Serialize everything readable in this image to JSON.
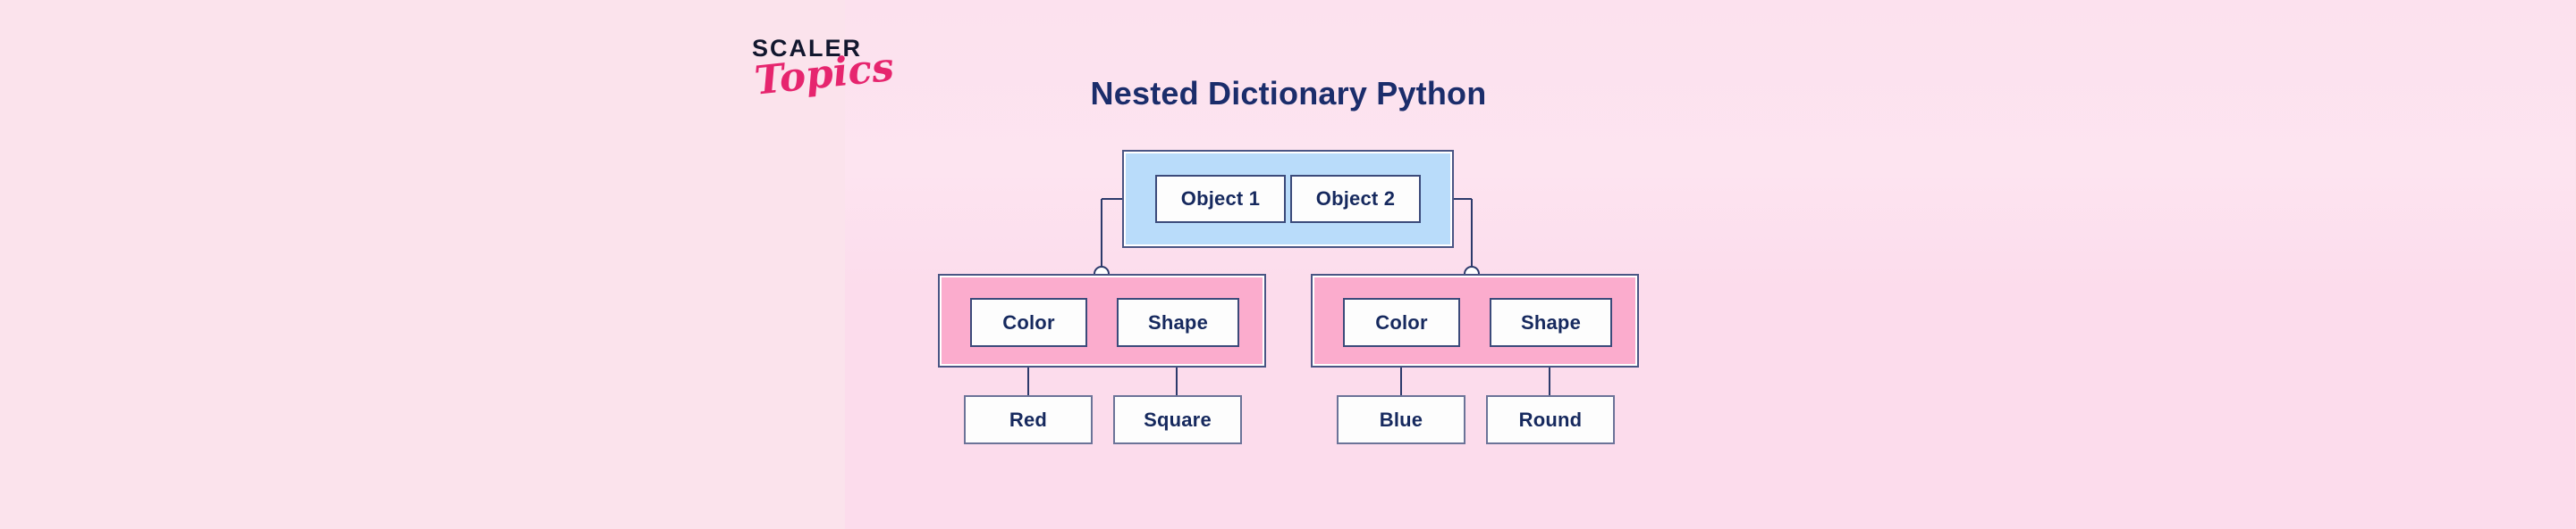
{
  "brand": {
    "name_top": "SCALER",
    "name_bottom": "Topics"
  },
  "title": "Nested Dictionary Python",
  "colors": {
    "page_background": "#fbe3ec",
    "panel_background": "#fcdcec",
    "title_text": "#1b2d6b",
    "node_text": "#16295e",
    "node_fill": "#fdfdfd",
    "node_border": "#3b4a7a",
    "group_border": "#4a5584",
    "group_blue_fill": "#b9dcfa",
    "group_pink_fill": "#fbaccd",
    "connector_line": "#2c3a6b",
    "connector_dot_fill": "#ffffff",
    "brand_dark": "#12172e",
    "brand_pink": "#e6256e"
  },
  "diagram": {
    "type": "tree",
    "root_group": {
      "label": "objects-group",
      "nodes": [
        {
          "label": "Object 1"
        },
        {
          "label": "Object 2"
        }
      ]
    },
    "branches": [
      {
        "label": "object-1-branch",
        "keys": [
          {
            "label": "Color"
          },
          {
            "label": "Shape"
          }
        ],
        "values": [
          {
            "label": "Red"
          },
          {
            "label": "Square"
          }
        ]
      },
      {
        "label": "object-2-branch",
        "keys": [
          {
            "label": "Color"
          },
          {
            "label": "Shape"
          }
        ],
        "values": [
          {
            "label": "Blue"
          },
          {
            "label": "Round"
          }
        ]
      }
    ]
  }
}
